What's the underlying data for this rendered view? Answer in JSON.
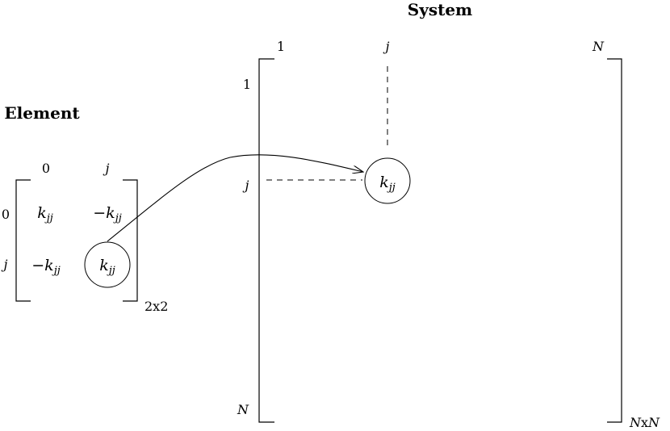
{
  "system": {
    "title": "System",
    "col_labels": {
      "first": "1",
      "j": "j",
      "last": "N"
    },
    "row_labels": {
      "first": "1",
      "j": "j",
      "last": "N"
    },
    "size_n": "N",
    "size_x": "x",
    "size_n2": "N",
    "entry": {
      "k": "k",
      "sub": "jj"
    }
  },
  "element": {
    "title": "Element",
    "col_labels": {
      "first": "0",
      "j": "j"
    },
    "row_labels": {
      "first": "0",
      "j": "j"
    },
    "size": "2x2",
    "entries": {
      "r0c0": {
        "sign": "",
        "k": "k",
        "sub": "jj"
      },
      "r0c1": {
        "sign": "−",
        "k": "k",
        "sub": "jj"
      },
      "r1c0": {
        "sign": "−",
        "k": "k",
        "sub": "jj"
      },
      "r1c1": {
        "sign": "",
        "k": "k",
        "sub": "jj"
      }
    }
  }
}
